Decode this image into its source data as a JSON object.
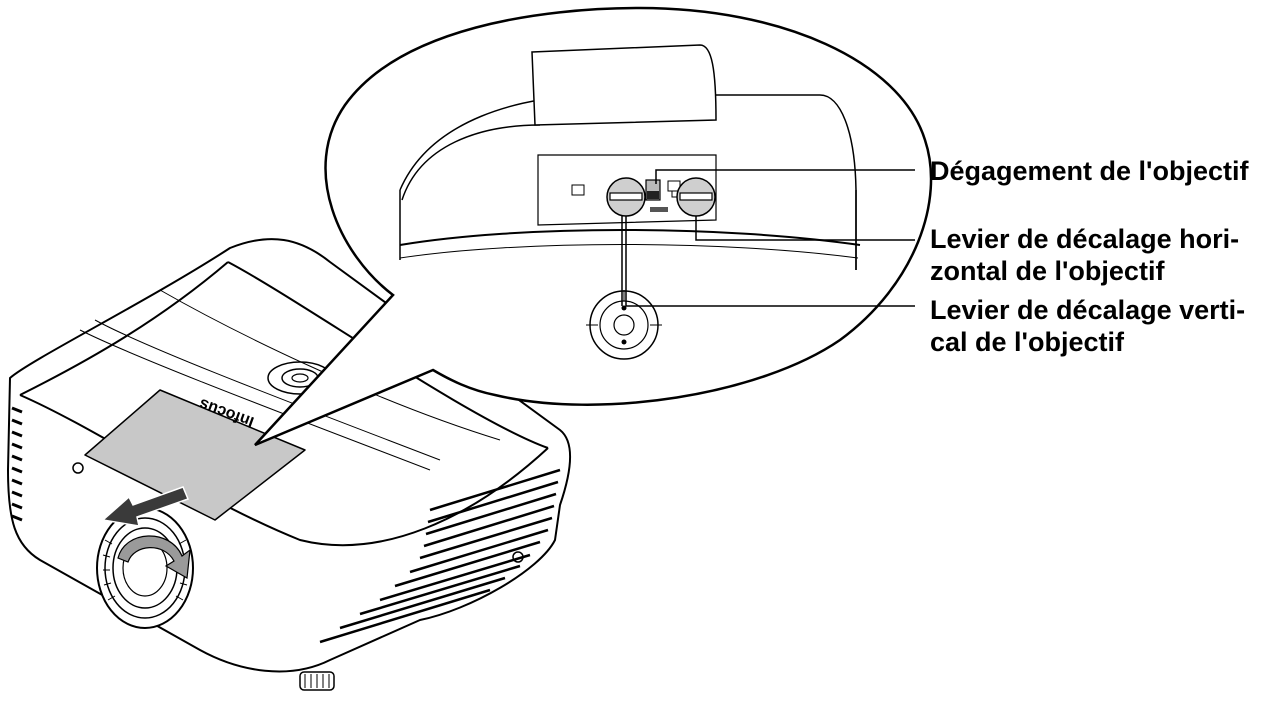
{
  "diagram": {
    "brand_logo_text": "Infocus",
    "callouts": [
      {
        "id": "lens-release",
        "lines": [
          "Dégagement de l'objectif"
        ]
      },
      {
        "id": "horizontal-shift",
        "lines": [
          "Levier de décalage hori-",
          "zontal de l'objectif"
        ]
      },
      {
        "id": "vertical-shift",
        "lines": [
          "Levier de décalage verti-",
          "cal de l'objectif"
        ]
      }
    ],
    "colors": {
      "outline": "#000000",
      "body": "#ffffff",
      "lens_cover_highlight": "#c8c8c8",
      "lever": "#cfcfcf",
      "arrow": "#3a3a3a"
    }
  }
}
